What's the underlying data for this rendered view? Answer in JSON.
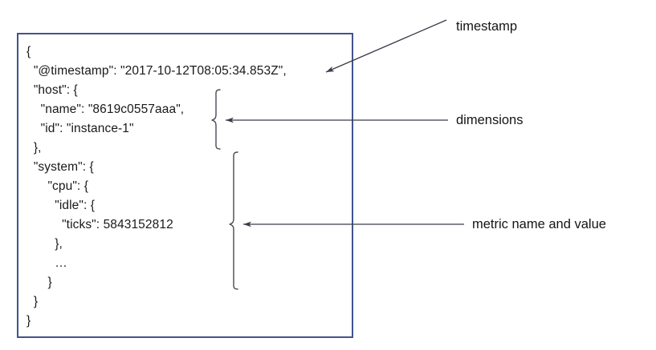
{
  "diagram": {
    "type": "annotated-json-document",
    "box": {
      "border_color": "#41558c",
      "background": "#ffffff"
    },
    "document": {
      "language": "json",
      "text": "{\n  \"@timestamp\": \"2017-10-12T08:05:34.853Z\",\n  \"host\": {\n    \"name\": \"8619c0557aaa\",\n    \"id\": \"instance-1\"\n  },\n  \"system\": {\n      \"cpu\": {\n        \"idle\": {\n          \"ticks\": 5843152812\n        },\n        …\n      }\n  }\n}",
      "lines": [
        "{",
        "  \"@timestamp\": \"2017-10-12T08:05:34.853Z\",",
        "  \"host\": {",
        "    \"name\": \"8619c0557aaa\",",
        "    \"id\": \"instance-1\"",
        "  },",
        "  \"system\": {",
        "      \"cpu\": {",
        "        \"idle\": {",
        "          \"ticks\": 5843152812",
        "        },",
        "        …",
        "      }",
        "  }",
        "}"
      ],
      "fields": {
        "timestamp_key": "@timestamp",
        "timestamp_value": "2017-10-12T08:05:34.853Z",
        "host_name_key": "name",
        "host_name_value": "8619c0557aaa",
        "host_id_key": "id",
        "host_id_value": "instance-1",
        "metric_path": "system.cpu.idle.ticks",
        "metric_value": "5843152812",
        "ellipsis": "…"
      }
    },
    "annotations": [
      {
        "name": "timestamp",
        "label": "timestamp",
        "connector": "diagonal-arrow",
        "points_to": "@timestamp field"
      },
      {
        "name": "dimensions",
        "label": "dimensions",
        "connector": "horizontal-arrow-with-brace",
        "points_to": "host object"
      },
      {
        "name": "metric-name-and-value",
        "label": "metric name and value",
        "connector": "horizontal-arrow-with-brace",
        "points_to": "system object"
      }
    ],
    "colors": {
      "border": "#41558c",
      "text": "#191919",
      "annotation_text": "#151515",
      "connector": "#3c3c4a",
      "brace": "#4a4a58"
    }
  }
}
